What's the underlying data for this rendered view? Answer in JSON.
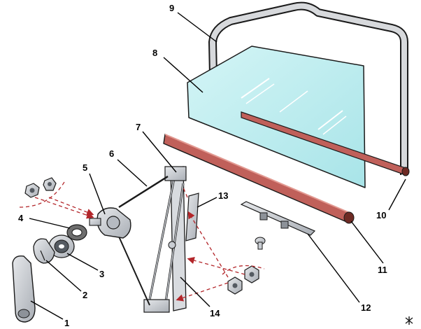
{
  "labels": {
    "l1": "1",
    "l2": "2",
    "l3": "3",
    "l4": "4",
    "l5": "5",
    "l6": "6",
    "l7": "7",
    "l8": "8",
    "l9": "9",
    "l10": "10",
    "l11": "11",
    "l12": "12",
    "l13": "13",
    "l14": "14"
  },
  "colors": {
    "glass": "#b9ecef",
    "seal_red": "#c0605a",
    "seal_dark": "#6e2a24",
    "metal": "#c9cdd3",
    "outline": "#1a1a1a",
    "arrow": "#b3262a"
  }
}
